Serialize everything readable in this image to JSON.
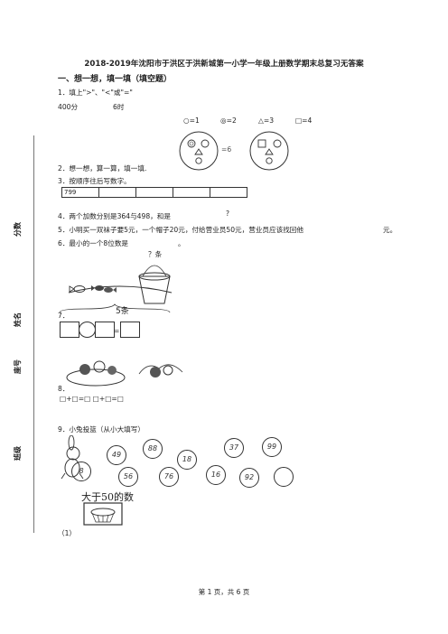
{
  "doc_title": "2018-2019年沈阳市于洪区于洪新城第一小学一年级上册数学期末总复习无答案",
  "section_1": "一、想一想，填一填（填空题）",
  "q1": {
    "text": "1．填上\">\"、\"<\"或\"=\"",
    "left": "400分",
    "right": "6时"
  },
  "shapes_eq": [
    "○=1",
    "◎=2",
    "△=3",
    "□=4"
  ],
  "face_eq_sign": "=6",
  "q2": "2．想一想，算一算，填一填.",
  "q3": "3．按顺序往后写数字。",
  "q3_start": "799",
  "q4": {
    "text": "4．两个加数分别是364与498，和是",
    "end": "?"
  },
  "q5": {
    "text": "5．小明买一双袜子要5元，一个帽子20元，付给营业员50元，营业员应该找回他",
    "end": "元。"
  },
  "q6": {
    "text": "6．最小的一个8位数是",
    "end": "。"
  },
  "q6_label": "？条",
  "q7": {
    "text": "7．",
    "label": "5条",
    "eq": "="
  },
  "q8": {
    "text": "8．",
    "blanks": "□+□=□  □+□=□"
  },
  "q9": {
    "text": "9．小兔投篮（从小大填写）",
    "caption": "大于50的数",
    "sub": "（1）"
  },
  "balls": [
    "8",
    "49",
    "88",
    "18",
    "37",
    "99",
    "56",
    "76",
    "16",
    "92"
  ],
  "sidebar": [
    "分数",
    "姓名",
    "座号",
    "班级"
  ],
  "footer": "第 1 页，共 6 页"
}
